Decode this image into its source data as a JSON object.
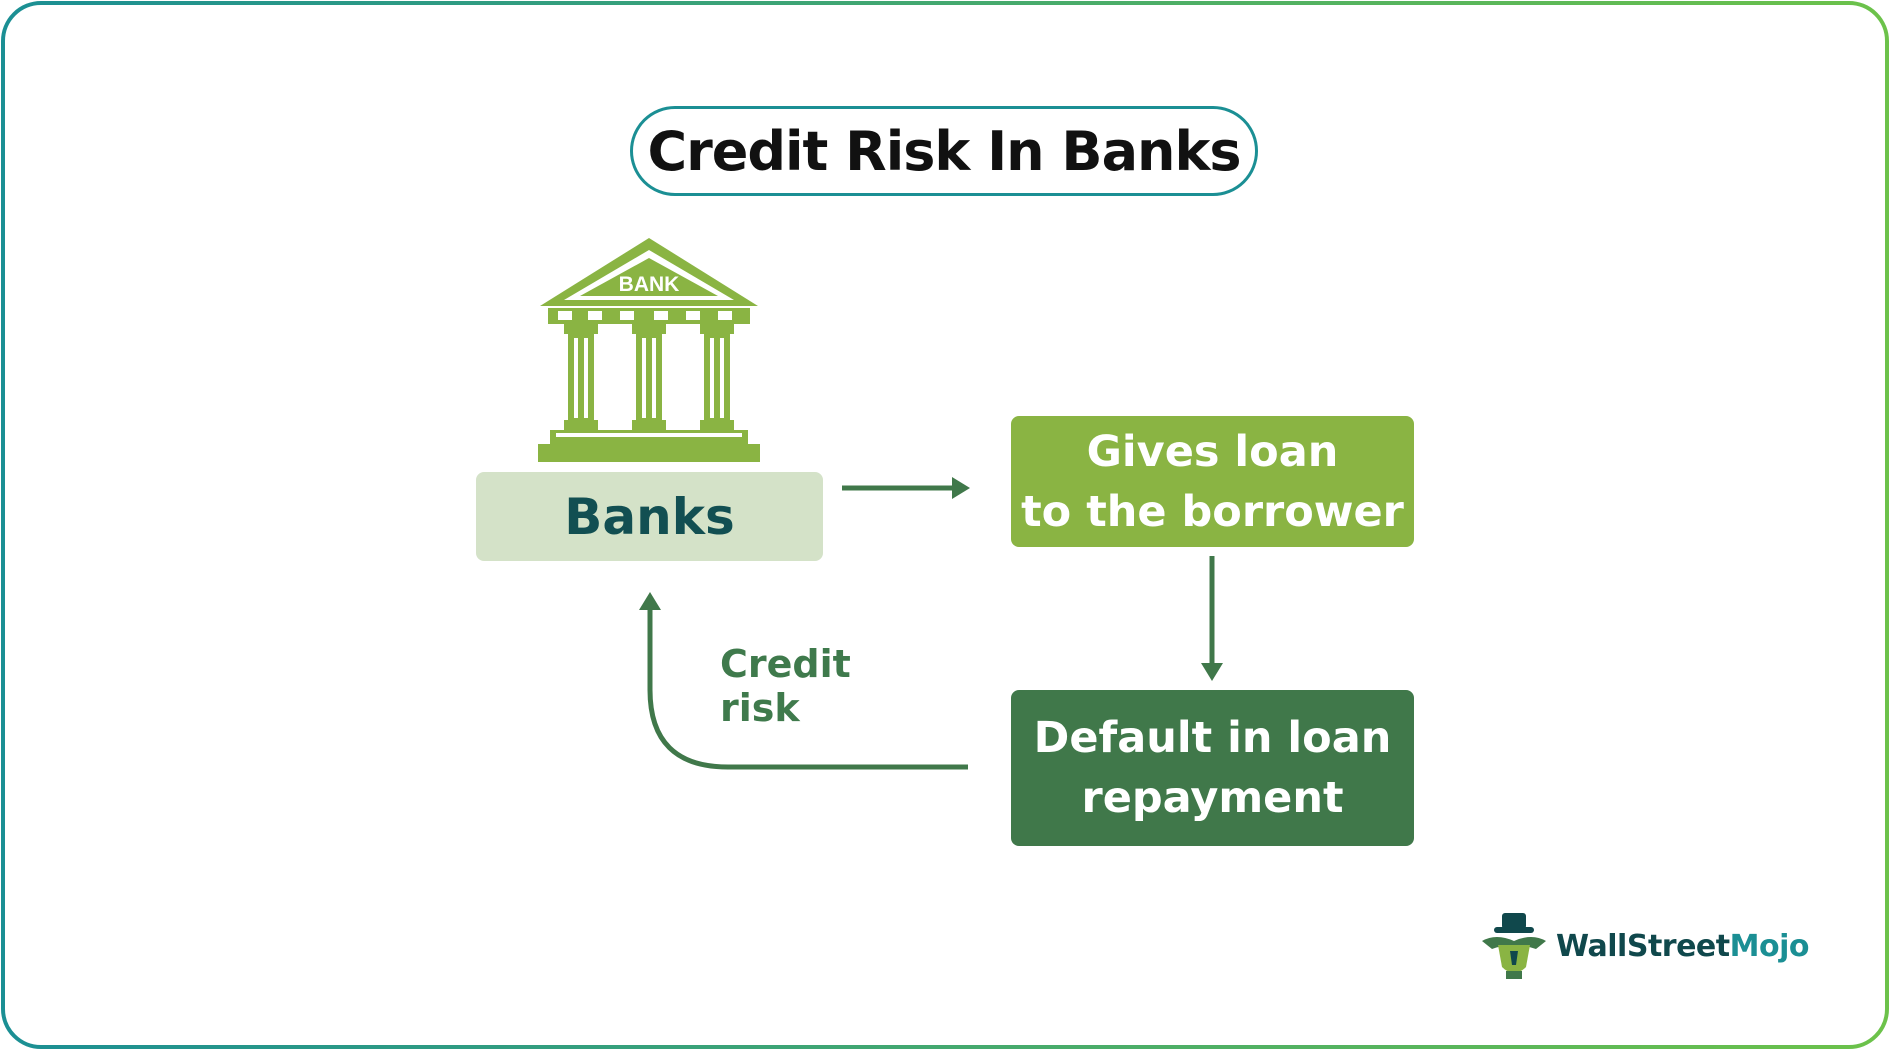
{
  "title": "Credit Risk In Banks",
  "nodes": {
    "banks": {
      "label": "Banks"
    },
    "gives": {
      "line1": "Gives loan",
      "line2": "to the borrower"
    },
    "default": {
      "line1": "Default in loan",
      "line2": "repayment"
    }
  },
  "edges": {
    "credit_risk_label": "Credit risk"
  },
  "bank_icon": {
    "sign": "BANK"
  },
  "brand": {
    "name_part1": "WallStreet",
    "name_part2": "Mojo"
  },
  "colors": {
    "border_teal": "#1b8f94",
    "border_green": "#6cc24a",
    "banks_box": "#d4e2c8",
    "gives_box": "#8ab443",
    "default_box": "#40784a",
    "arrow": "#40784a"
  }
}
